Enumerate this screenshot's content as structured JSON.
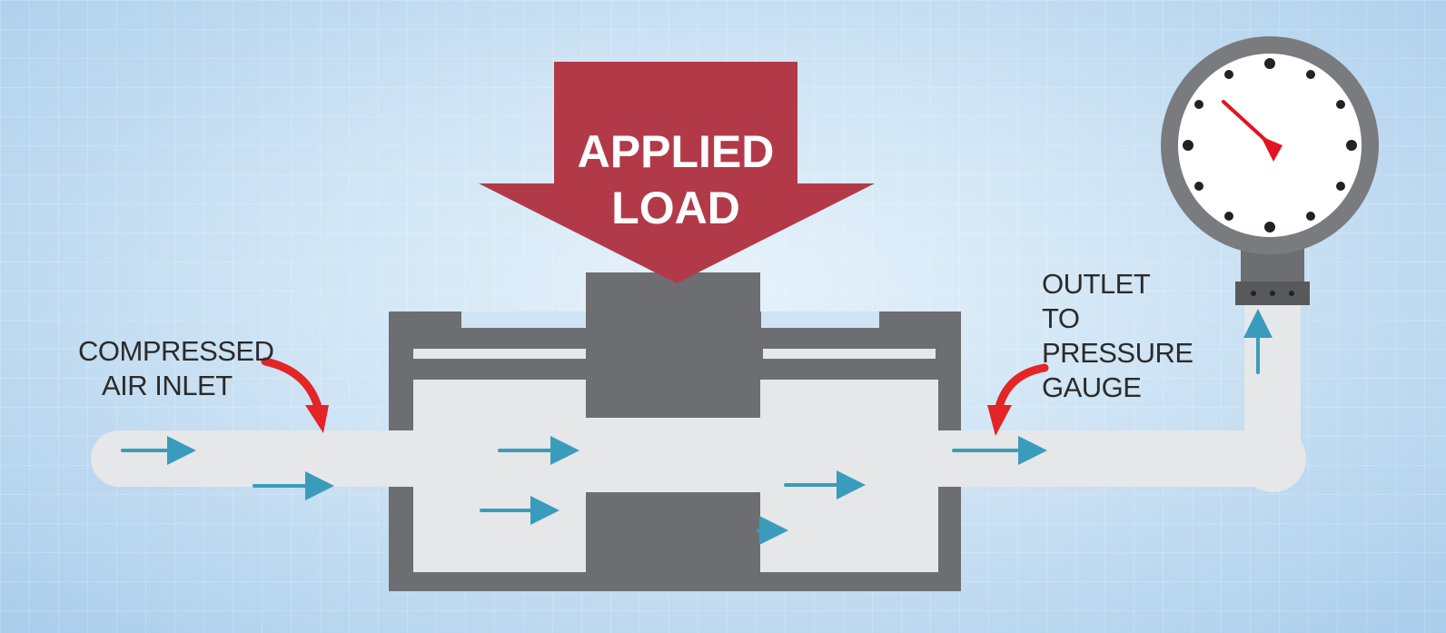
{
  "diagram": {
    "load_label_line1": "APPLIED",
    "load_label_line2": "LOAD",
    "inlet_label_line1": "COMPRESSED",
    "inlet_label_line2": "AIR INLET",
    "outlet_label_line1": "OUTLET",
    "outlet_label_line2": "TO PRESSURE",
    "outlet_label_line3": "GAUGE"
  },
  "colors": {
    "background": "#cfe4f4",
    "load_arrow": "#b23a48",
    "housing": "#6d6e71",
    "pipe": "#e6e7e8",
    "flow_arrow": "#3a9cbc",
    "pointer_arrow": "#e32528",
    "gauge_needle": "#e0141e"
  },
  "icons": [
    "load-arrow-icon",
    "curved-pointer-icon",
    "flow-arrow-icon",
    "pressure-gauge-icon"
  ]
}
